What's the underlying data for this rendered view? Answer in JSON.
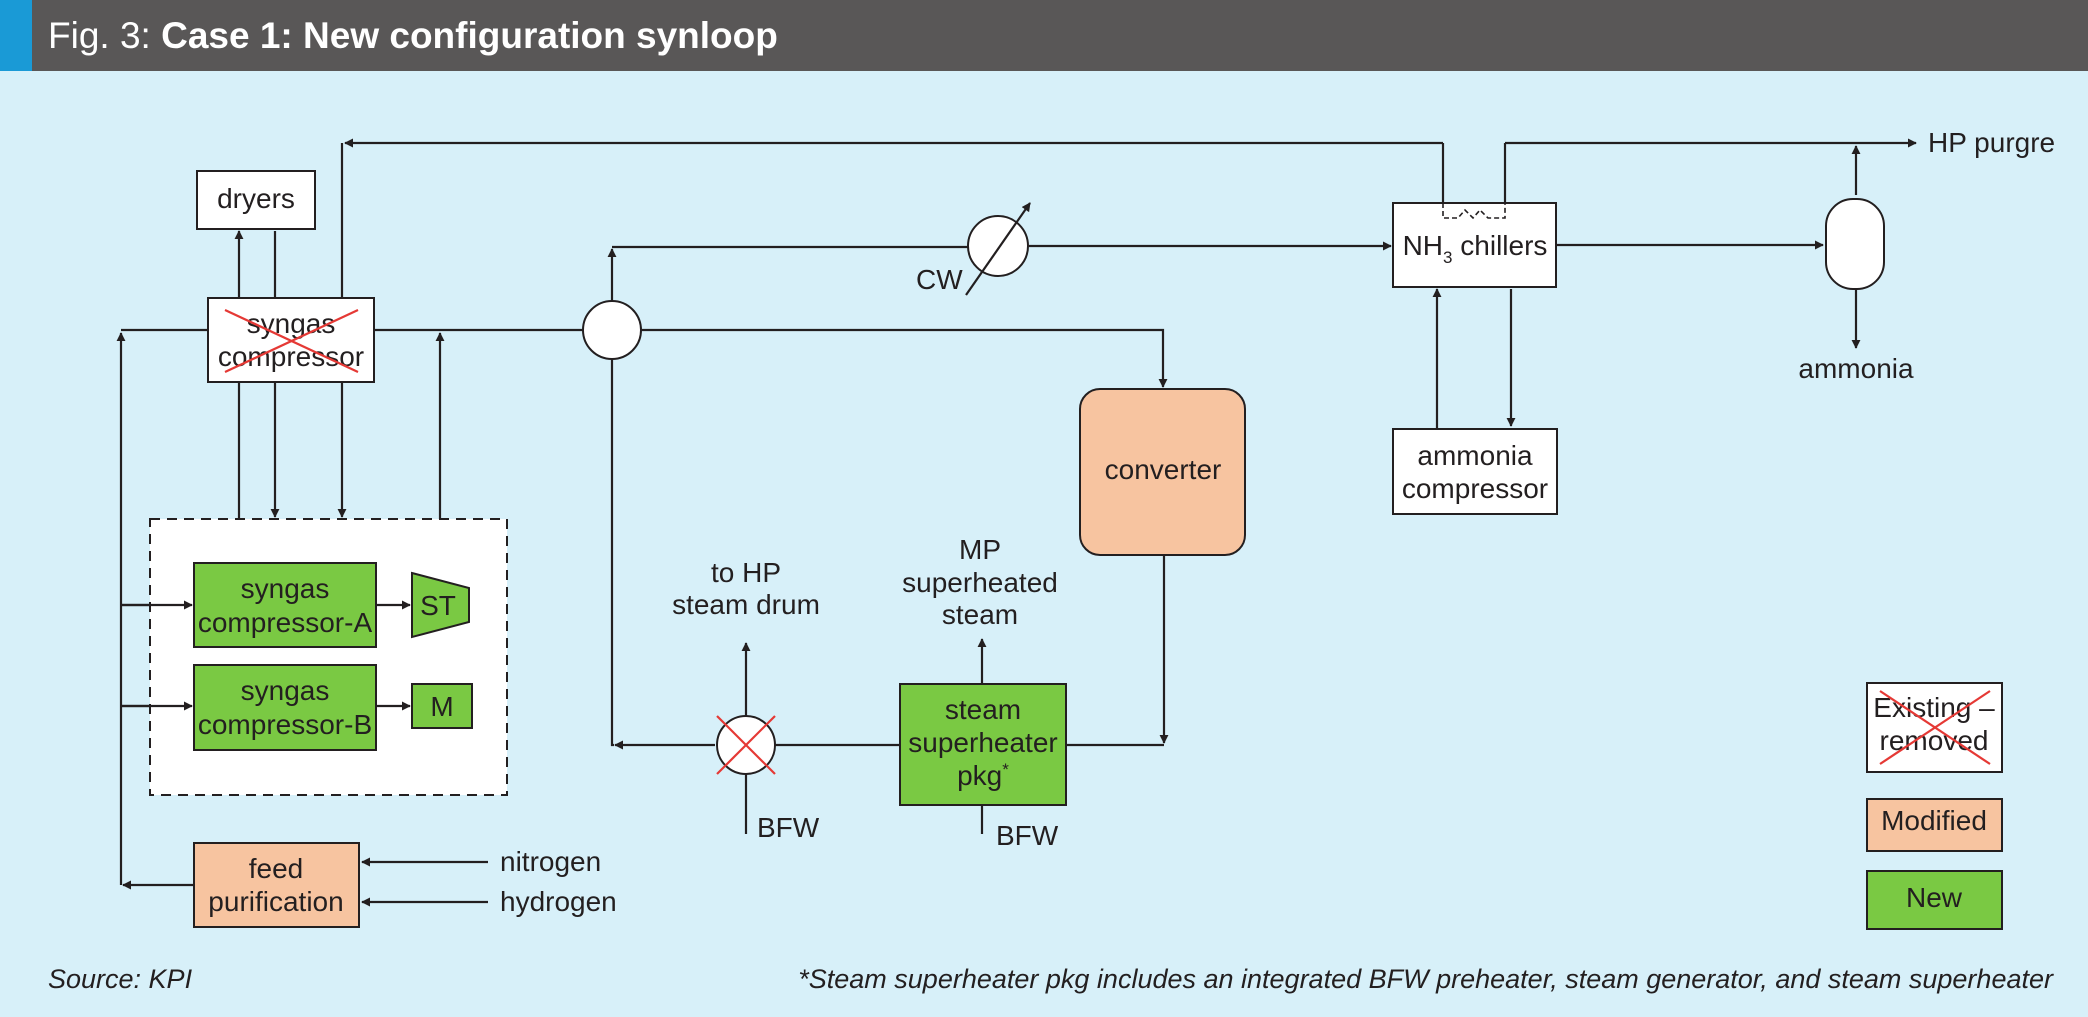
{
  "header": {
    "fig_label": "Fig. 3:",
    "title": "Case 1: New configuration synloop",
    "accent_color": "#1a9ad6",
    "background_color": "#595757"
  },
  "colors": {
    "background": "#d7f0f9",
    "new": "#7ac943",
    "modified": "#f7c4a0",
    "existing": "#ffffff",
    "removed_cross": "#e53935",
    "line": "#231f20"
  },
  "blocks": {
    "dryers": "dryers",
    "syngas_compressor_line1": "syngas",
    "syngas_compressor_line2": "compressor",
    "syngas_a_line1": "syngas",
    "syngas_a_line2": "compressor-A",
    "st": "ST",
    "syngas_b_line1": "syngas",
    "syngas_b_line2": "compressor-B",
    "m": "M",
    "feed_line1": "feed",
    "feed_line2": "purification",
    "converter": "converter",
    "superheater_line1": "steam",
    "superheater_line2": "superheater",
    "superheater_line3": "pkg",
    "superheater_sup": "*",
    "chillers_nh": "NH",
    "chillers_sub": "3",
    "chillers_rest": " chillers",
    "ammonia_comp_line1": "ammonia",
    "ammonia_comp_line2": "compressor"
  },
  "labels": {
    "nitrogen": "nitrogen",
    "hydrogen": "hydrogen",
    "cw": "CW",
    "to_hp_line1": "to HP",
    "to_hp_line2": "steam drum",
    "mp_line1": "MP",
    "mp_line2": "superheated",
    "mp_line3": "steam",
    "bfw_left": "BFW",
    "bfw_right": "BFW",
    "hp_purge": "HP purgre",
    "ammonia": "ammonia"
  },
  "legend": {
    "existing_line1": "Existing –",
    "existing_line2": "removed",
    "modified": "Modified",
    "new": "New"
  },
  "footer": {
    "source": "Source: KPI",
    "note": "*Steam superheater pkg includes an integrated BFW preheater, steam generator, and steam superheater"
  }
}
